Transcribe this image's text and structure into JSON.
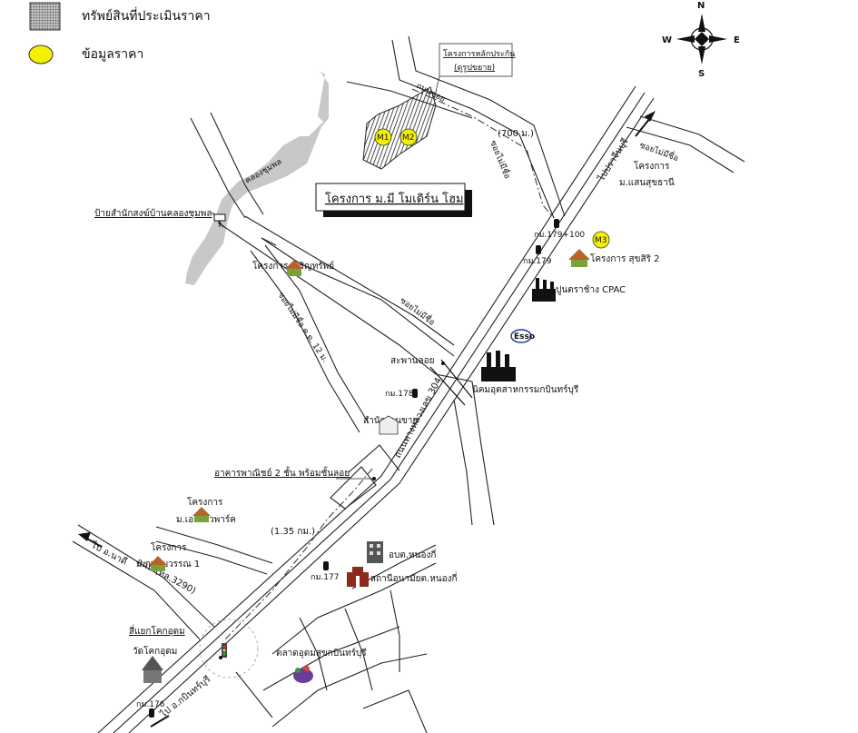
{
  "legend": {
    "appraised_property": "ทรัพย์สินที่ประเมินราคา",
    "price_data": "ข้อมูลราคา"
  },
  "compass": {
    "n": "N",
    "s": "S",
    "e": "E",
    "w": "W"
  },
  "colors": {
    "price_marker": "#f5f000",
    "hatch": "#222222",
    "water": "#c8c8c8",
    "project_icon": "#7aa23a",
    "roof": "#b5652c"
  },
  "project_title": "โครงการ ม.มี โมเดิร์น โฮม",
  "markers": {
    "m1": "M1",
    "m2": "M2",
    "m3": "M3"
  },
  "labels": {
    "main_project": "โครงการหลักประกัน",
    "main_project_sub": "(ดูรูปขยาย)",
    "soi_top_road": "ถนนซอย",
    "dist_700": "(700 ม.)",
    "soi_no_name_1": "ซอยไม่มีชื่อ",
    "canal": "คลองชุมพล",
    "temple_sign": "ป้ายสำนักสงฆ์บ้านคลองชุมพล",
    "to_prachinburi": "ไปปราจีนบุรี",
    "soi_no_name_2": "ซอยไม่มีชื่อ",
    "proj_saensuk_1": "โครงการ",
    "proj_saensuk_2": "ม.แสนสุขธานี",
    "km179_100": "กม.179+100",
    "km179": "กม.179",
    "proj_suksiri": "โครงการ สุขสิริ 2",
    "cement": "ปูนตราช้าง CPAC",
    "proj_charoen": "โครงการ เจริญทรัพย์",
    "soi_no_name_3": "ซอยไม่มีชื่อ",
    "soi_kd12": "ซอยไม่มีชื่อ ค.ด. 12 ม.",
    "bridge": "สะพานลอย",
    "highway": "ถนนทางหลวงเลข 304",
    "esso": "Esso",
    "km178": "กม.178",
    "industrial": "นิคมอุตสาหกรรมกบินทร์บุรี",
    "sales_office": "สำนักงานขาย",
    "commercial": "อาคารพาณิชย์ 2 ชั้น พร้อมชั้นลอย",
    "proj_ecopark_1": "โครงการ",
    "proj_ecopark_2": "ม.เอสรีโวพาร์ค",
    "dist_135": "(1.35 กม.)",
    "proj_kanok_1": "โครงการ",
    "proj_kanok_2": "ม.กนกบวรรณ 1",
    "to_na_di": "ไป อ.นาดี",
    "road_3290": "ถนน (ทล.3290)",
    "km177": "กม.177",
    "sao": "อบต.หนองกี่",
    "health": "สถานีอนามัยต.หนองกี่",
    "junction_1": "สี่แยกโคกอุดม",
    "junction_2": "วัดโคกอุดม",
    "market": "ตลาดอุดมสุขกบินทร์บุรี",
    "km176": "กม.176",
    "to_kabin": "ไป อ.กบินทร์บุรี"
  }
}
